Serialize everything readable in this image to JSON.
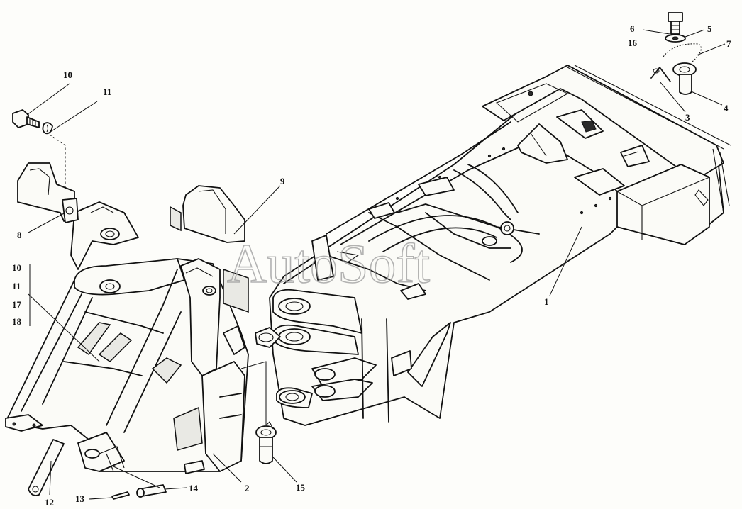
{
  "watermark": "AutoSoft",
  "callouts": [
    {
      "id": "c1",
      "text": "1"
    },
    {
      "id": "c2",
      "text": "2"
    },
    {
      "id": "c3",
      "text": "3"
    },
    {
      "id": "c4",
      "text": "4"
    },
    {
      "id": "c5",
      "text": "5"
    },
    {
      "id": "c6",
      "text": "6"
    },
    {
      "id": "c7",
      "text": "7"
    },
    {
      "id": "c8",
      "text": "8"
    },
    {
      "id": "c9",
      "text": "9"
    },
    {
      "id": "c10",
      "text": "10"
    },
    {
      "id": "c11",
      "text": "11"
    },
    {
      "id": "c12",
      "text": "12"
    },
    {
      "id": "c13",
      "text": "13"
    },
    {
      "id": "c14",
      "text": "14"
    },
    {
      "id": "c15",
      "text": "15"
    },
    {
      "id": "c16",
      "text": "16"
    }
  ],
  "group_list": [
    "10",
    "11",
    "17",
    "18"
  ]
}
